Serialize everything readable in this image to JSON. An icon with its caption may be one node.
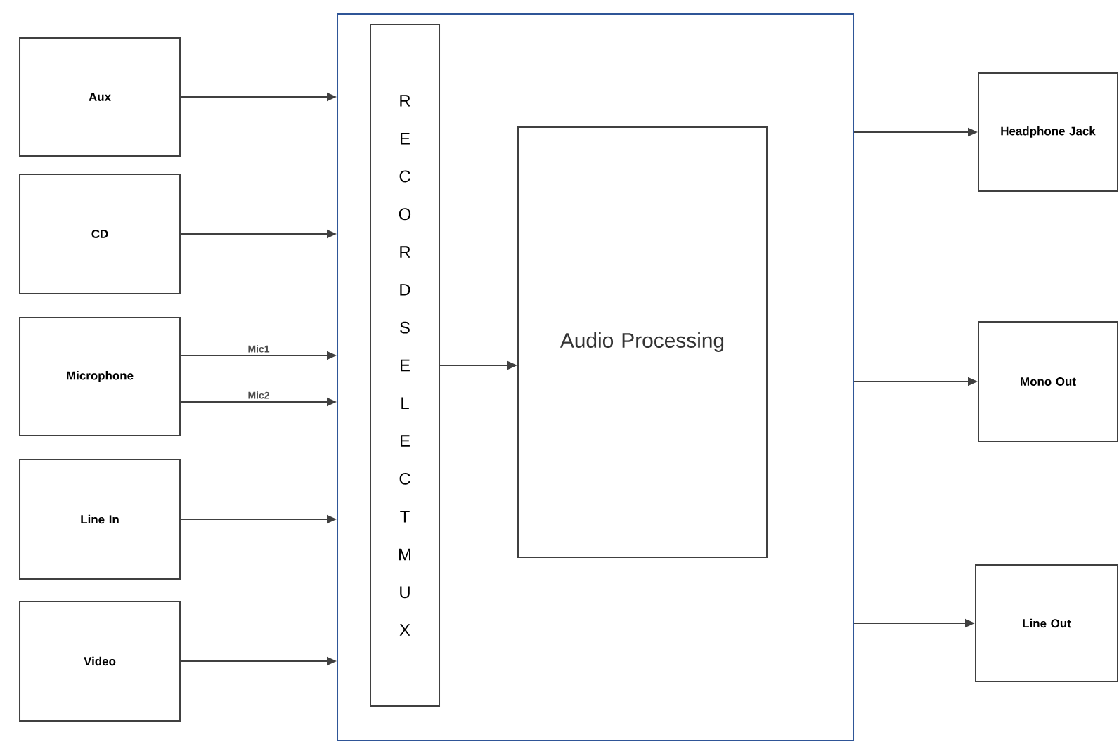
{
  "diagram": {
    "nodes": [
      {
        "text": [
          "Aux"
        ]
      },
      {
        "text": [
          "CD"
        ]
      },
      {
        "text": [
          "Microphone"
        ]
      },
      {
        "text": [
          "Line In"
        ]
      },
      {
        "text": [
          "Video"
        ]
      },
      {
        "text": [],
        "shape": "box"
      },
      {
        "text": [
          "RECORD SELECT MUX"
        ],
        "in": 5
      },
      {
        "text": [
          "Audio Processing"
        ],
        "in": 5
      },
      {
        "text": [
          "Headphone Jack"
        ]
      },
      {
        "text": [
          "Mono Out"
        ]
      },
      {
        "text": [
          "Line Out"
        ]
      }
    ],
    "edges": [
      {
        "from": 0,
        "to": 5,
        "arrow": "to"
      },
      {
        "from": 1,
        "to": 5,
        "arrow": "to"
      },
      {
        "from": 2,
        "to": 5,
        "arrow": "to",
        "label": "Mic1"
      },
      {
        "from": 2,
        "to": 5,
        "arrow": "to",
        "label": "Mic2"
      },
      {
        "from": 3,
        "to": 5,
        "arrow": "to"
      },
      {
        "from": 4,
        "to": 5,
        "arrow": "to"
      },
      {
        "from": 6,
        "to": 7,
        "arrow": "to"
      },
      {
        "from": 5,
        "to": 8,
        "arrow": "to"
      },
      {
        "from": 5,
        "to": 9,
        "arrow": "to"
      },
      {
        "from": 5,
        "to": 10,
        "arrow": "to"
      }
    ]
  }
}
